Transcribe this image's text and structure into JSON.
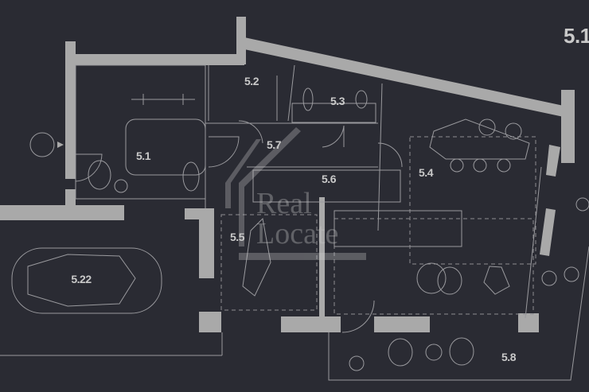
{
  "title": "Floor plan level 5",
  "rooms": {
    "r51": "5.1",
    "r52": "5.2",
    "r53": "5.3",
    "r54": "5.4",
    "r55": "5.5",
    "r56": "5.6",
    "r57": "5.7",
    "r58": "5.8",
    "r522": "5.22",
    "r5x": "5.1"
  },
  "watermark": {
    "line1": "Real",
    "line2": "Locate"
  },
  "colors": {
    "background": "#2a2b33",
    "walls": "#a9a9a9",
    "lines": "#9a9a9e"
  }
}
